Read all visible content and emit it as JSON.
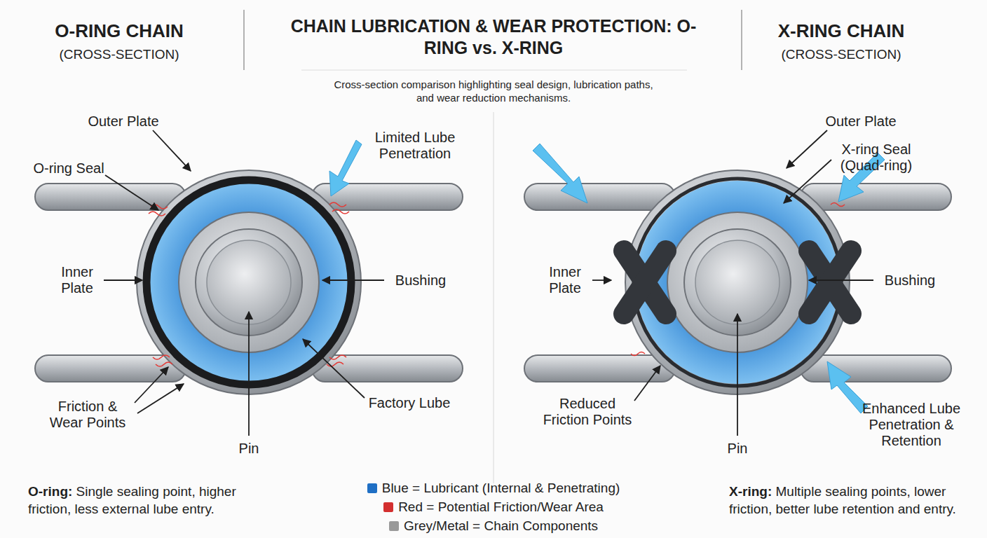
{
  "diagram": {
    "title": "CHAIN LUBRICATION & WEAR PROTECTION: O-RING vs. X-RING",
    "caption": "Cross-section comparison highlighting seal design, lubrication paths, and wear reduction mechanisms.",
    "labels": [
      "O-RING CHAIN",
      "(CROSS-SECTION)",
      "X-RING CHAIN",
      "(CROSS-SECTION)",
      "Outer Plate",
      "O-ring Seal",
      "Limited Lube Penetration",
      "Inner Plate",
      "Bushing",
      "Friction & Wear Points",
      "Factory Lube",
      "Pin",
      "Outer Plate",
      "X-ring Seal (Quad-ring)",
      "Inner Plate",
      "Bushing",
      "Reduced Friction Points",
      "Enhanced Lube Penetration & Retention",
      "Pin",
      "O-ring:",
      "Single sealing point, higher friction, less external lube entry.",
      "X-ring:",
      "Multiple sealing points, lower friction, better lube retention and entry."
    ],
    "legend": [
      {
        "text": "Blue = Lubricant (Internal & Penetrating)",
        "color": "#1f6fc4"
      },
      {
        "text": "Red = Potential Friction/Wear Area",
        "color": "#d32f2f"
      },
      {
        "text": "Grey/Metal = Chain Components",
        "color": "#9a9a9a"
      }
    ]
  }
}
